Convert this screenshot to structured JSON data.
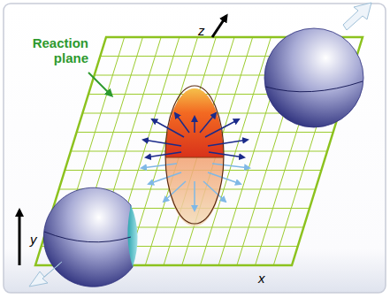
{
  "diagram": {
    "labels": [
      "Reaction plane",
      "z",
      "y",
      "x"
    ]
  }
}
